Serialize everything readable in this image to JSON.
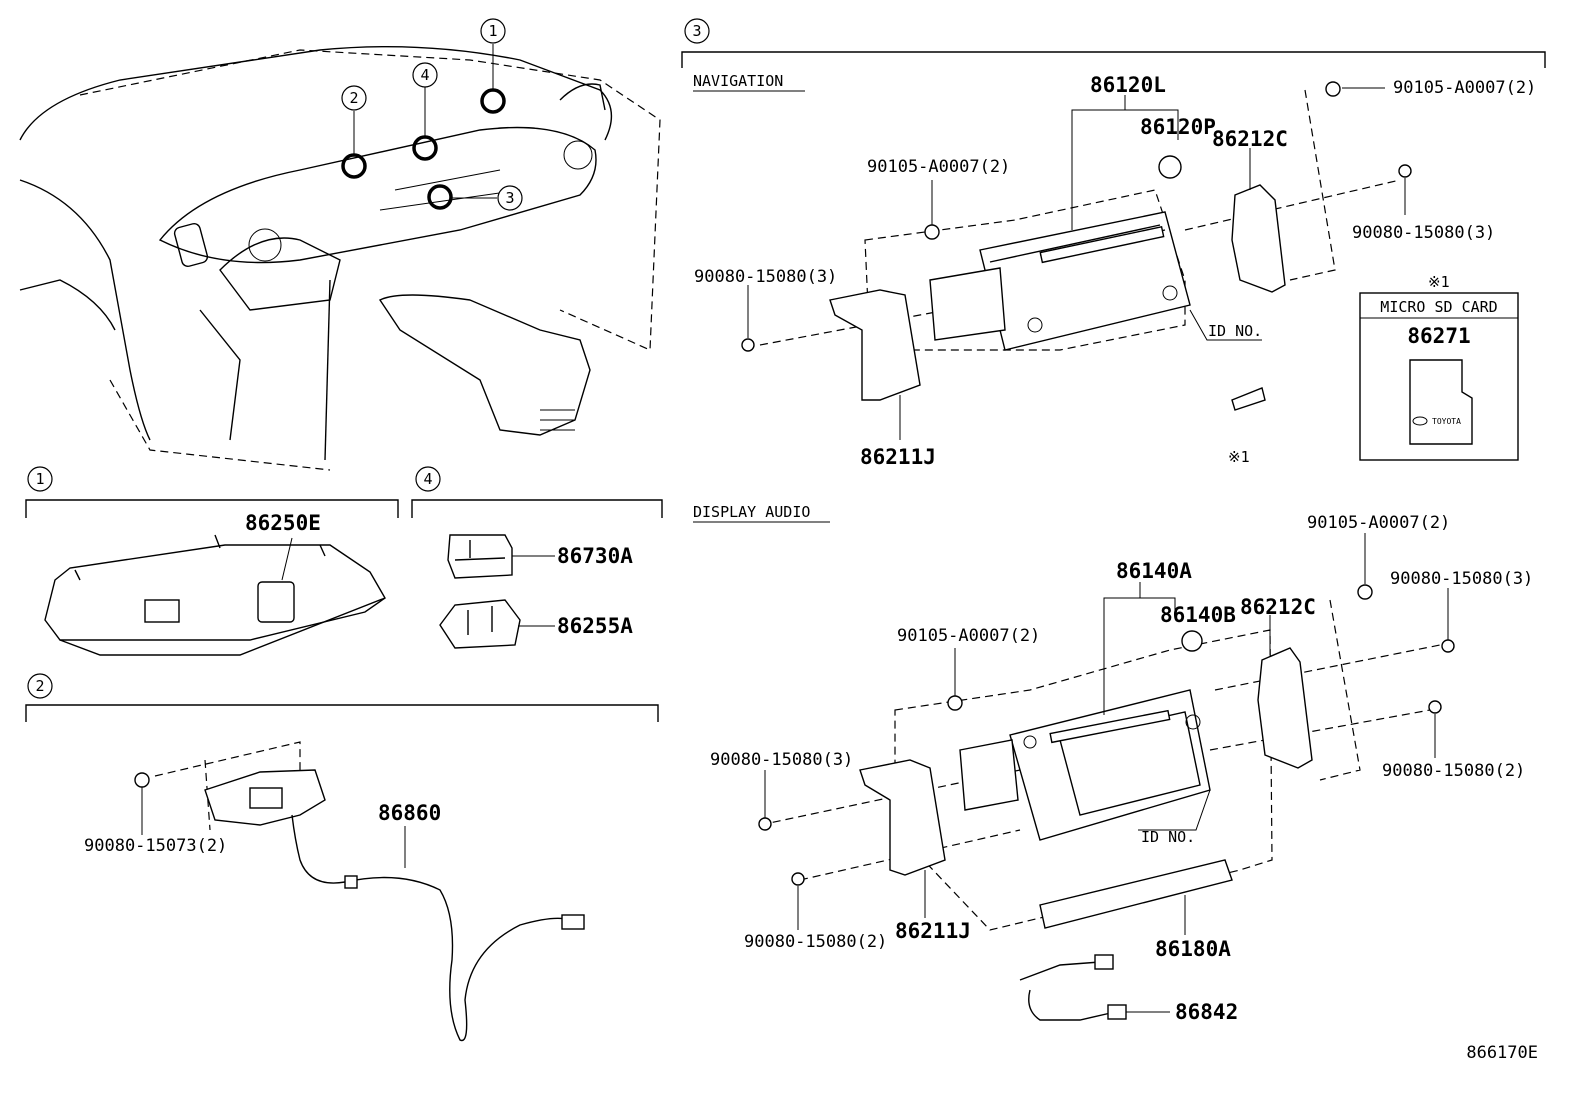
{
  "callouts": {
    "c1": "1",
    "c2": "2",
    "c3": "3",
    "c4": "4"
  },
  "sections": {
    "navigation": "NAVIGATION",
    "display_audio": "DISPLAY AUDIO",
    "micro_sd_card": "MICRO SD CARD"
  },
  "notes": {
    "ref_mark": "※1",
    "id_no": "ID NO.",
    "toyota_logo": "TOYOTA"
  },
  "parts": {
    "p86250E": "86250E",
    "p86730A": "86730A",
    "p86255A": "86255A",
    "p86860": "86860",
    "p90080_15073_2": "90080-15073(2)",
    "nav_86120L": "86120L",
    "nav_86120P": "86120P",
    "nav_86212C": "86212C",
    "nav_90105_top": "90105-A0007(2)",
    "nav_90105_left": "90105-A0007(2)",
    "nav_90080_right": "90080-15080(3)",
    "nav_90080_left": "90080-15080(3)",
    "nav_86211J": "86211J",
    "sd_86271": "86271",
    "da_86140A": "86140A",
    "da_86140B": "86140B",
    "da_86212C": "86212C",
    "da_90105_top": "90105-A0007(2)",
    "da_90105_left": "90105-A0007(2)",
    "da_90080_right3": "90080-15080(3)",
    "da_90080_right2": "90080-15080(2)",
    "da_90080_left3": "90080-15080(3)",
    "da_90080_left2": "90080-15080(2)",
    "da_86211J": "86211J",
    "da_86180A": "86180A",
    "da_86842": "86842"
  },
  "figure_id": "866170E"
}
